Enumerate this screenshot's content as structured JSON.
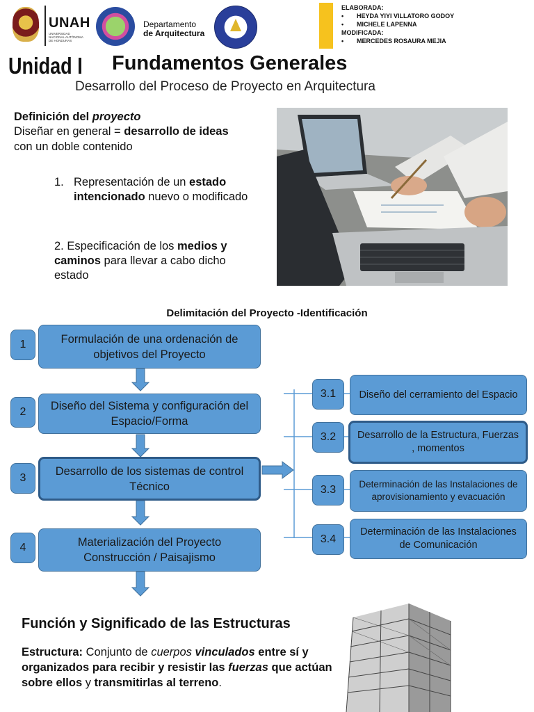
{
  "header": {
    "university": "UNAH",
    "university_sub": "UNIVERSIDAD NACIONAL AUTÓNOMA DE HONDURAS",
    "department_line1": "Departamento",
    "department_line2": "de Arquitectura",
    "credits": {
      "elaborada_label": "ELABORADA:",
      "elaborada": [
        "HEYDA YIYI VILLATORO GODOY",
        "MICHELE LAPENNA"
      ],
      "modificada_label": "MODIFICADA:",
      "modificada": [
        "MERCEDES ROSAURA MEJIA"
      ],
      "bullet": "•"
    },
    "accent_color": "#f6c21e"
  },
  "title": {
    "unit": "Unidad I",
    "main": "Fundamentos Generales",
    "subtitle": "Desarrollo del Proceso de Proyecto en Arquitectura"
  },
  "definition": {
    "title_plain": "Definición del ",
    "title_italic": "proyecto",
    "line1_plain": "Diseñar en general = ",
    "line1_bold": "desarrollo de ideas",
    "line2": "con un doble contenido",
    "item1": {
      "number": "1.",
      "pre": "Representación de un ",
      "bold": "estado intencionado",
      "post": " nuevo o modificado"
    },
    "item2": {
      "pre": "2. Especificación de los ",
      "bold1": "medios y caminos",
      "post": " para llevar a cabo dicho estado"
    }
  },
  "diagram": {
    "title": "Delimitación del Proyecto -Identificación",
    "box_color": "#5b9bd5",
    "steps": [
      {
        "num": "1",
        "text": "Formulación de una ordenación de objetivos del Proyecto"
      },
      {
        "num": "2",
        "text": "Diseño del Sistema y configuración del Espacio/Forma"
      },
      {
        "num": "3",
        "text": "Desarrollo de los sistemas de control Técnico"
      },
      {
        "num": "4",
        "text": "Materialización del Proyecto Construcción / Paisajismo"
      }
    ],
    "substeps": [
      {
        "num": "3.1",
        "text": "Diseño del cerramiento del Espacio"
      },
      {
        "num": "3.2",
        "text": "Desarrollo de la Estructura, Fuerzas , momentos"
      },
      {
        "num": "3.3",
        "text": "Determinación de las Instalaciones de aprovisionamiento y evacuación"
      },
      {
        "num": "3.4",
        "text": "Determinación de las Instalaciones de Comunicación"
      }
    ]
  },
  "structures": {
    "title": "Función y Significado de las Estructuras",
    "label": "Estructura:",
    "t1": " Conjunto de ",
    "t2": "cuerpos",
    "t3": " ",
    "t4": "vinculados",
    "t5": " entre sí y organizados para recibir y resistir las ",
    "t6": "fuerzas",
    "t7": " que actúan sobre ellos",
    "t8": " y ",
    "t9": "transmitirlas al terreno",
    "t10": "."
  }
}
